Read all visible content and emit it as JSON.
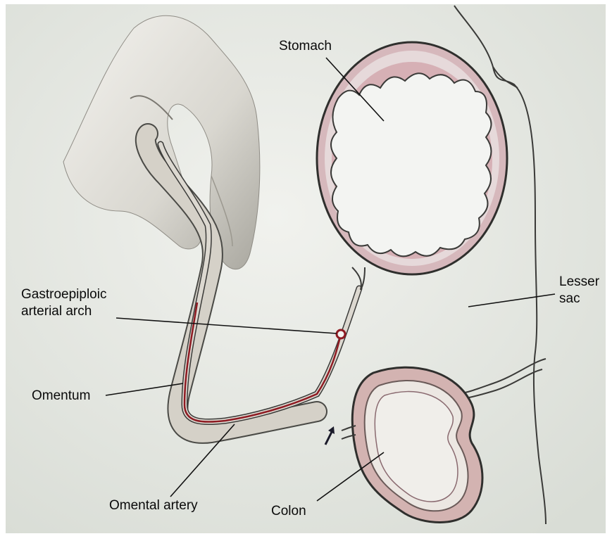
{
  "labels": {
    "stomach": "Stomach",
    "lesser_sac_line1": "Lesser",
    "lesser_sac_line2": "sac",
    "gastroepiploic_line1": "Gastroepiploic",
    "gastroepiploic_line2": "arterial arch",
    "omentum": "Omentum",
    "omental_artery": "Omental artery",
    "colon": "Colon"
  },
  "colors": {
    "paper": "#e9ebe6",
    "tissue": "#d8d4cc",
    "mucosa_pink": "#c98e98",
    "artery": "#8e1a22",
    "outline": "#3a3a38",
    "lumen": "#f3f4f2",
    "leader": "#111111"
  }
}
